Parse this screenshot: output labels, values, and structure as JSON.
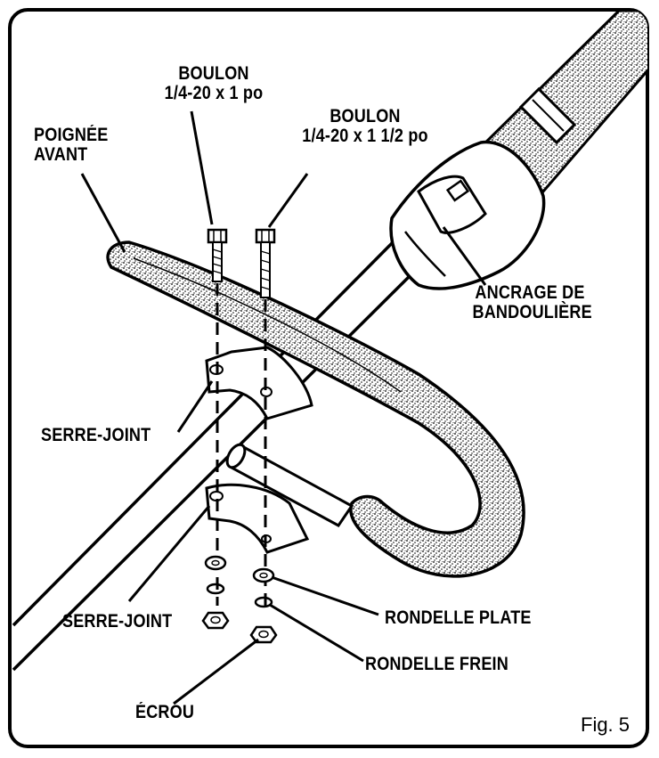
{
  "figure_label": "Fig. 5",
  "labels": {
    "bolt_short_name": "BOULON",
    "bolt_short_size": "1/4-20 x 1 po",
    "bolt_long_name": "BOULON",
    "bolt_long_size": "1/4-20 x 1 1/2 po",
    "front_handle_line1": "POIGNÉE",
    "front_handle_line2": "AVANT",
    "strap_anchor_line1": "ANCRAGE DE",
    "strap_anchor_line2": "BANDOULIÈRE",
    "clamp_upper": "SERRE-JOINT",
    "clamp_lower": "SERRE-JOINT",
    "flat_washer": "RONDELLE PLATE",
    "lock_washer": "RONDELLE FREIN",
    "nut": "ÉCROU"
  }
}
